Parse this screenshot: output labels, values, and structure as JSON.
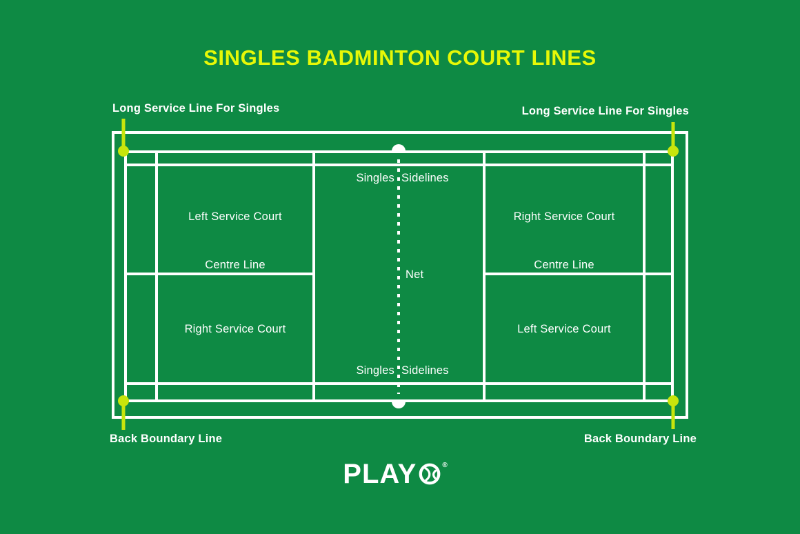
{
  "theme": {
    "background": "#0E8A44",
    "court_line": "#FFFFFF",
    "title_yellow": "#E6F807",
    "marker_yellow": "#C8E50C",
    "text": "#FFFFFF"
  },
  "title": "SINGLES BADMINTON COURT LINES",
  "annotations": {
    "top_left": "Long Service Line For Singles",
    "top_right": "Long Service Line For Singles",
    "bottom_left": "Back Boundary Line",
    "bottom_right": "Back Boundary Line"
  },
  "court": {
    "sidelines_label_full": "Singles Sidelines",
    "sidelines_top": {
      "word_left": "Singles",
      "word_right": "Sidelines"
    },
    "sidelines_bottom": {
      "word_left": "Singles",
      "word_right": "Sidelines"
    },
    "quadrants": {
      "top_left": "Left Service Court",
      "bottom_left": "Right Service Court",
      "top_right": "Right Service Court",
      "bottom_right": "Left Service Court"
    },
    "centre_line_left": "Centre Line",
    "centre_line_right": "Centre Line",
    "net": "Net"
  },
  "footer": {
    "brand_name": "PLAYO",
    "brand_text": "PLAY",
    "registered_mark": "®"
  }
}
